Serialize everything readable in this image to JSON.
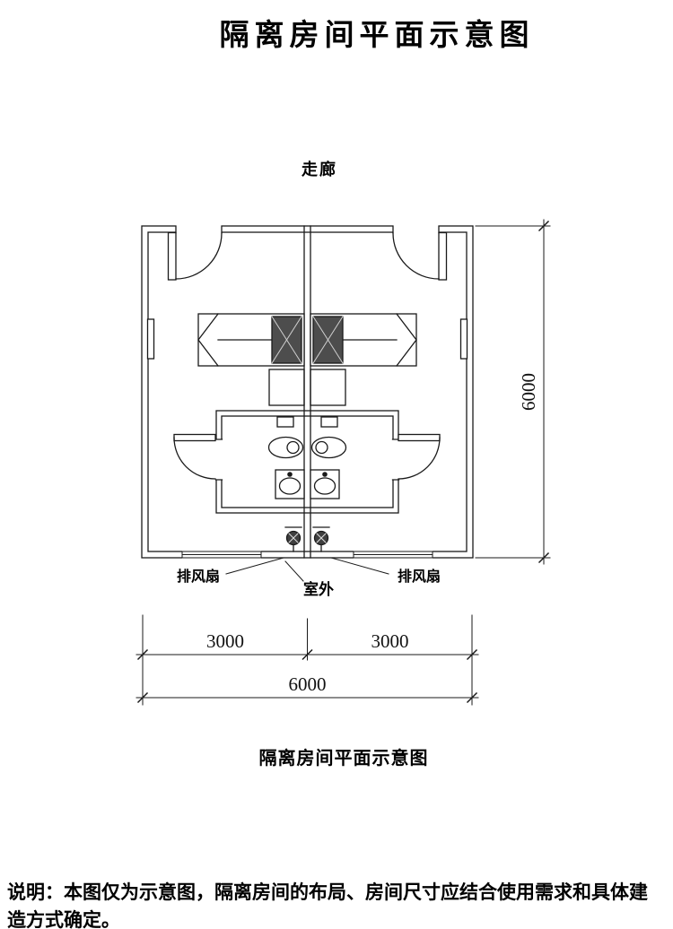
{
  "page": {
    "title": "隔离房间平面示意图",
    "caption": "隔离房间平面示意图",
    "note": "说明：本图仅为示意图，隔离房间的布局、房间尺寸应结合使用需求和具体建造方式确定。"
  },
  "plan": {
    "labels": {
      "corridor": "走廊",
      "outdoor": "室外",
      "exhaust_fan_left": "排风扇",
      "exhaust_fan_right": "排风扇"
    },
    "dimensions": {
      "height_total": "6000",
      "width_left": "3000",
      "width_right": "3000",
      "width_total": "6000"
    },
    "colors": {
      "line": "#1a1a1a",
      "pillow_fill": "#4d4d4d",
      "fan_fill": "#3f3f3f"
    }
  }
}
